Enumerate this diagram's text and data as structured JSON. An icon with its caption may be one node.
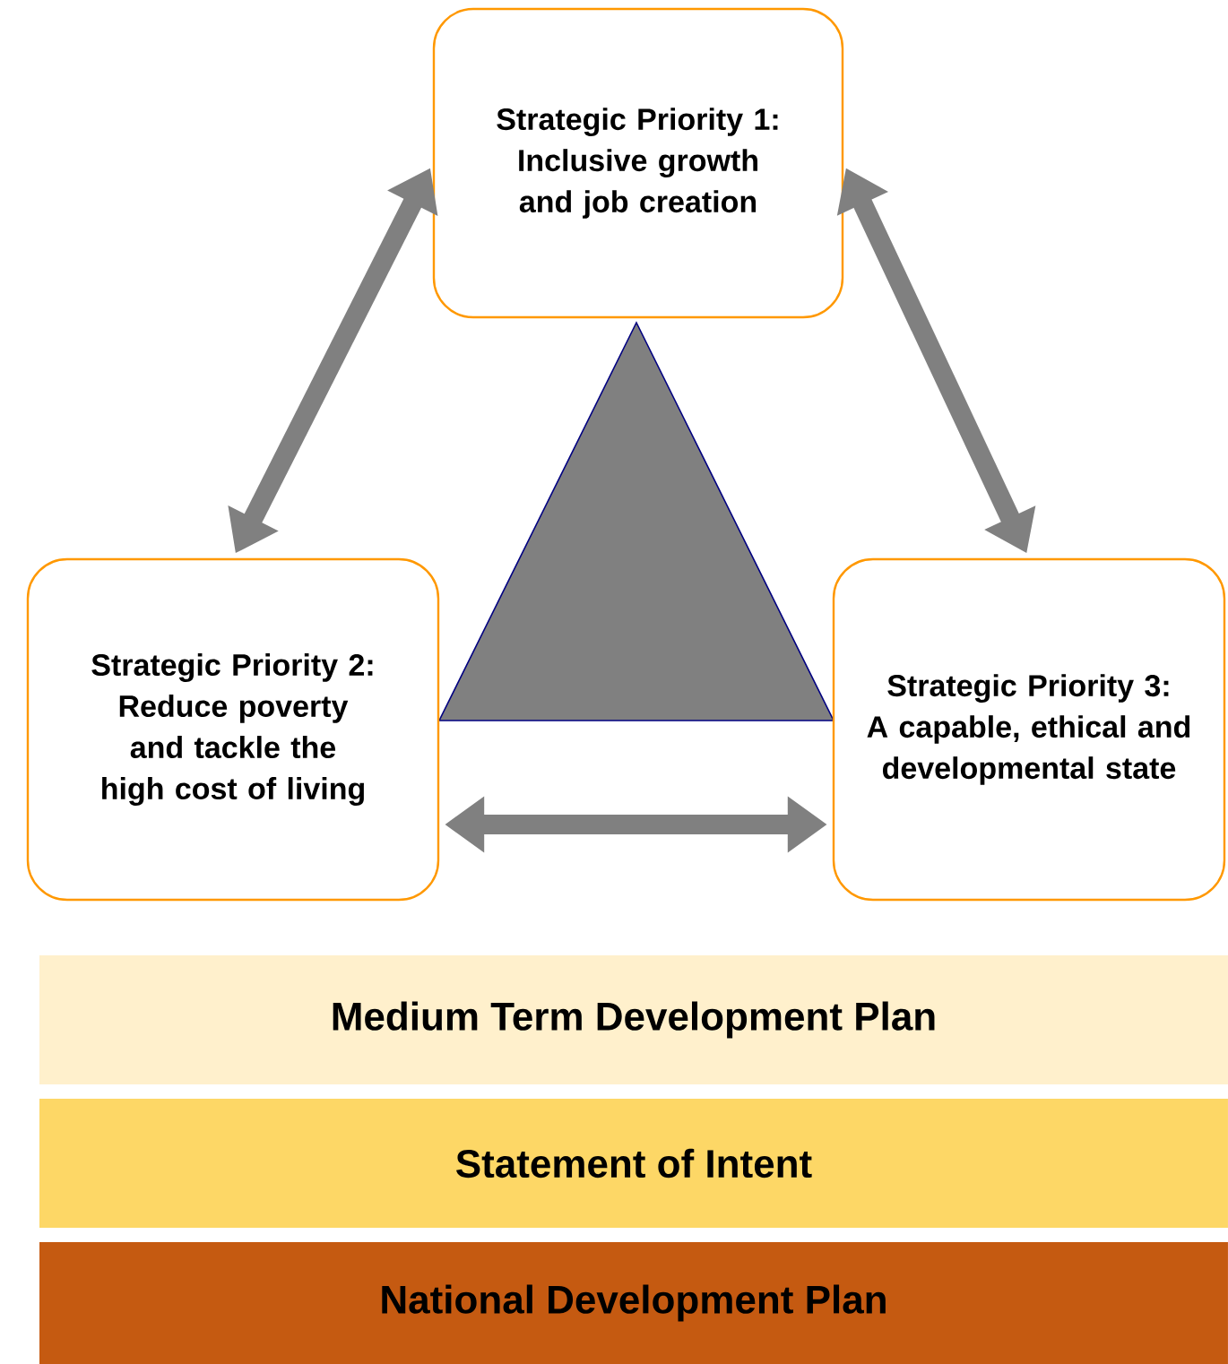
{
  "diagram": {
    "nodes": [
      {
        "text": [
          "Strategic Priority 1:",
          "Inclusive growth and job creation"
        ]
      },
      {
        "text": [
          "Strategic Priority 2:",
          "Reduce poverty and tackle the high cost of living"
        ]
      },
      {
        "text": [
          "Strategic Priority 3:",
          "A capable, ethical and developmental state"
        ]
      },
      {
        "text": [
          "Medium Term Development Plan"
        ]
      },
      {
        "text": [
          "Statement of Intent"
        ]
      },
      {
        "text": [
          "National Development Plan"
        ]
      }
    ],
    "edges": [
      {
        "from": 0,
        "to": 1,
        "arrow": "both"
      },
      {
        "from": 0,
        "to": 2,
        "arrow": "both"
      },
      {
        "from": 1,
        "to": 2,
        "arrow": "both"
      }
    ]
  }
}
